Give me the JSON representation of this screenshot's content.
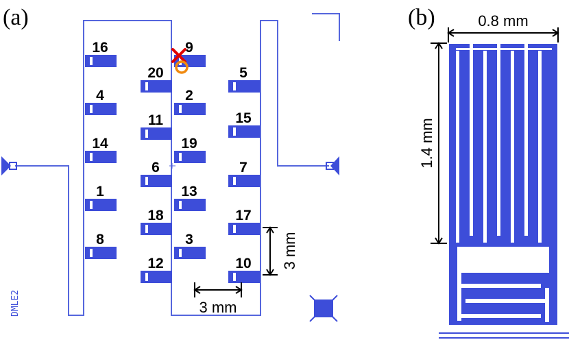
{
  "panels": [
    {
      "id": "a",
      "label": "(a)"
    },
    {
      "id": "b",
      "label": "(b)"
    }
  ],
  "colors": {
    "device_blue": "#3d4dd9",
    "line_blue": "#5566dd",
    "cross_red": "#e00000",
    "circle_orange": "#f08a10",
    "text": "#000000"
  },
  "samples": [
    "16",
    "20",
    "9",
    "5",
    "4",
    "2",
    "11",
    "15",
    "14",
    "19",
    "6",
    "7",
    "1",
    "13",
    "18",
    "17",
    "8",
    "3",
    "12",
    "10"
  ],
  "chip_label": "DMLE2",
  "scale_bars": {
    "horizontal": "3 mm",
    "vertical": "3 mm"
  },
  "panel_b": {
    "width_label": "0.8 mm",
    "height_label": "1.4 mm"
  },
  "markers": [
    {
      "name": "red-cross-marker",
      "sample": "9",
      "icon": "cross-icon"
    },
    {
      "name": "orange-circle-marker",
      "sample": "9",
      "icon": "circle-icon"
    }
  ]
}
